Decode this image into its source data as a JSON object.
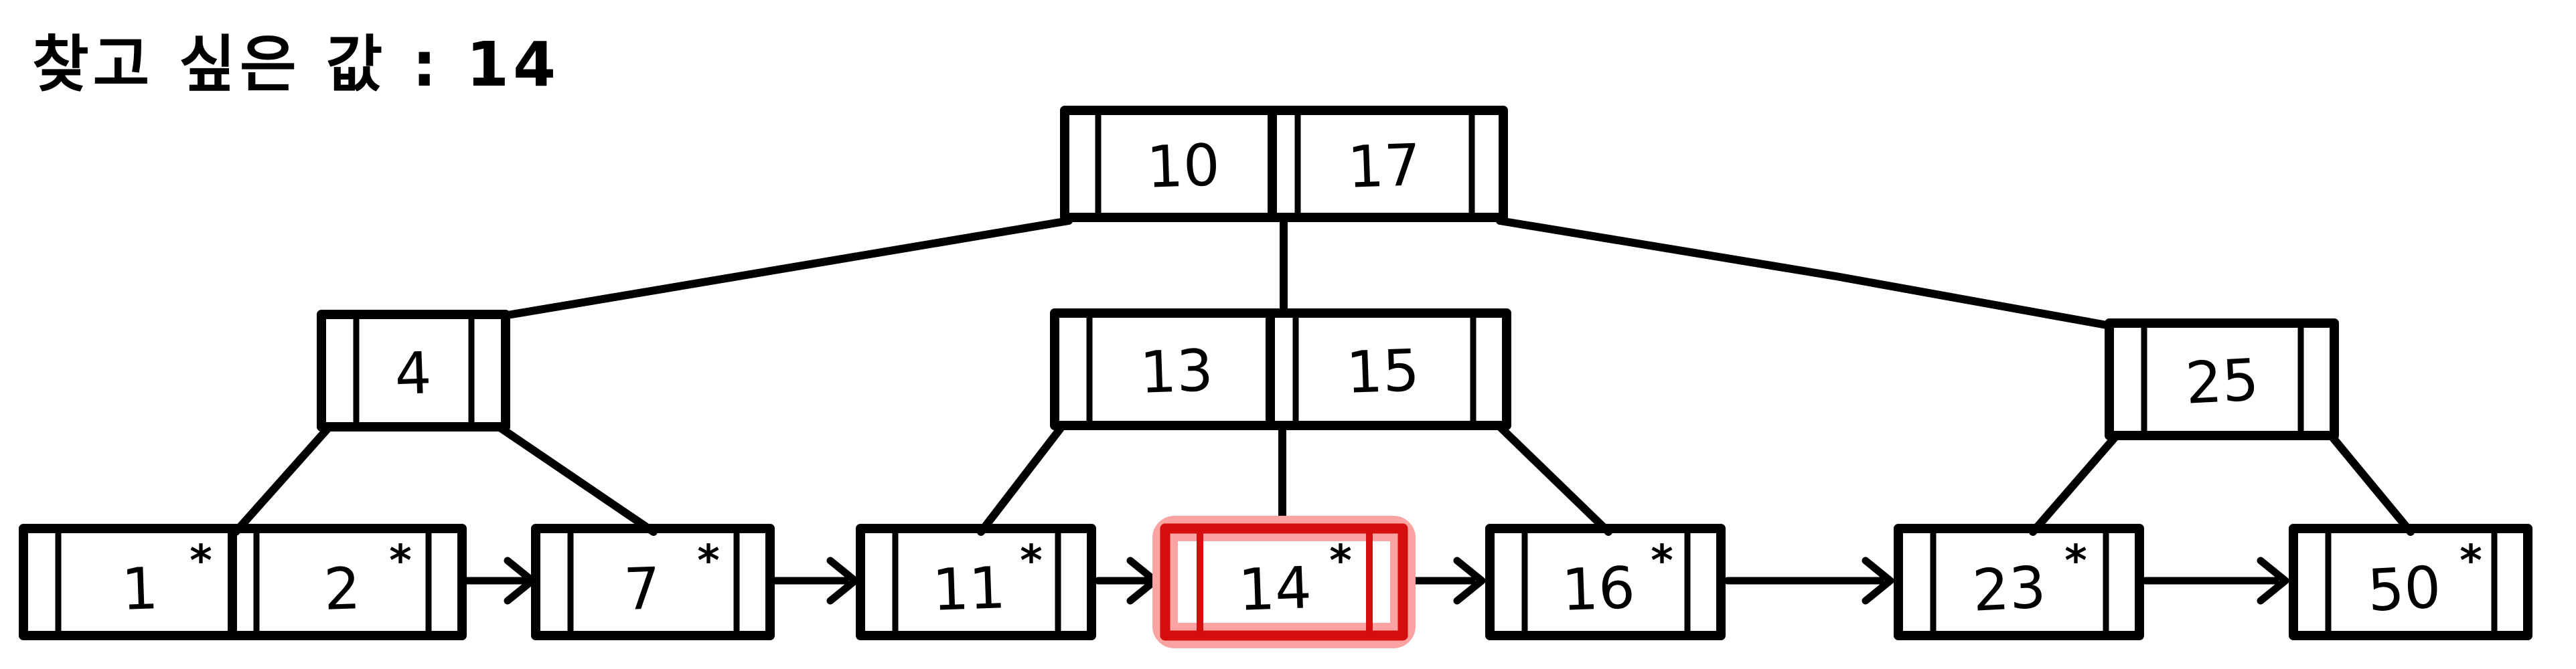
{
  "title": "찾고 싶은 값 : 14",
  "search_value": "14",
  "record_marker": "*",
  "colors": {
    "ink": "#000000",
    "background": "#ffffff",
    "highlight_stroke": "#d40d0d",
    "highlight_glow": "#fba3a3"
  },
  "tree": {
    "type": "b+tree",
    "root": {
      "keys": [
        "10",
        "17"
      ]
    },
    "internal": [
      {
        "position": "left",
        "keys": [
          "4"
        ]
      },
      {
        "position": "middle",
        "keys": [
          "13",
          "15"
        ]
      },
      {
        "position": "right",
        "keys": [
          "25"
        ]
      }
    ],
    "leaves": [
      {
        "keys": [
          "1",
          "2"
        ],
        "highlighted": false
      },
      {
        "keys": [
          "7"
        ],
        "highlighted": false
      },
      {
        "keys": [
          "11"
        ],
        "highlighted": false
      },
      {
        "keys": [
          "14"
        ],
        "highlighted": true
      },
      {
        "keys": [
          "16"
        ],
        "highlighted": false
      },
      {
        "keys": [
          "23"
        ],
        "highlighted": false
      },
      {
        "keys": [
          "50"
        ],
        "highlighted": false
      }
    ]
  }
}
